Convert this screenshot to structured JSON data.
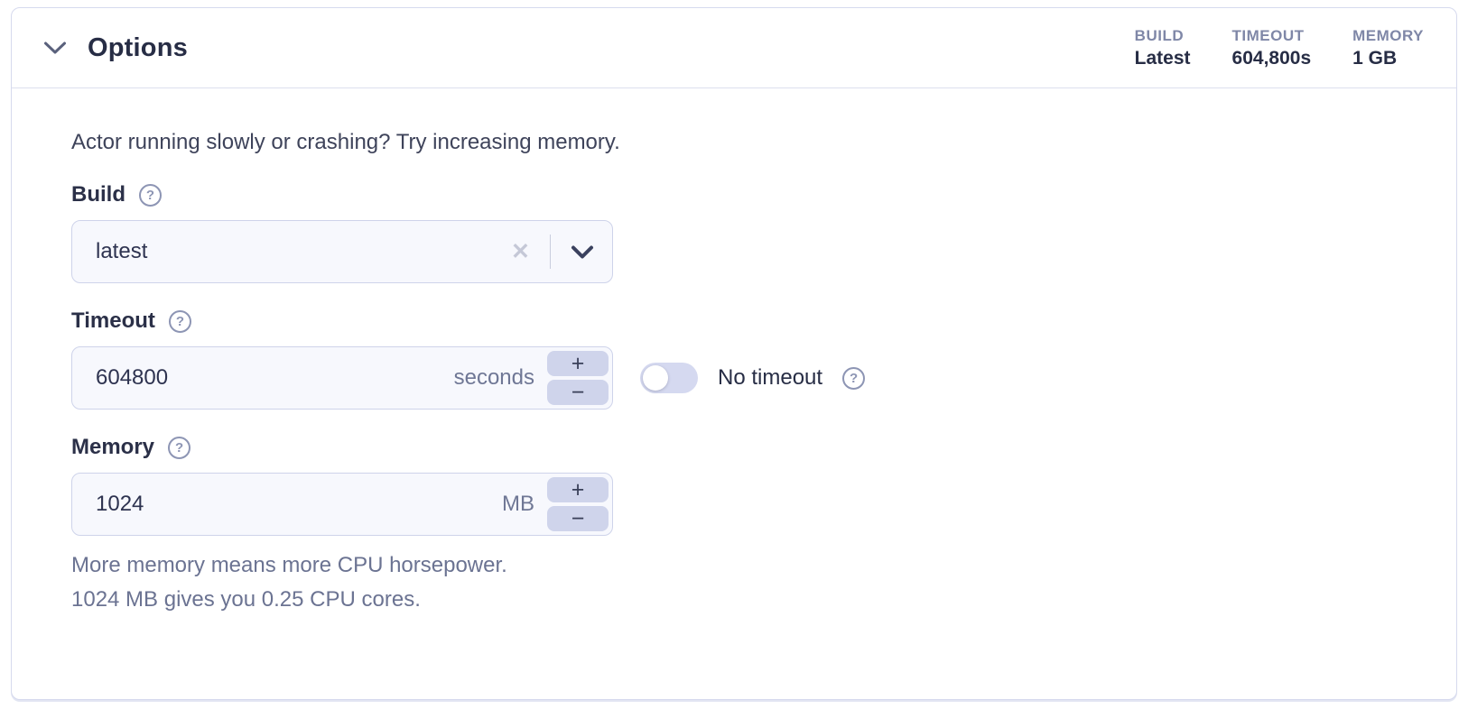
{
  "panel": {
    "title": "Options",
    "summary": [
      {
        "label": "BUILD",
        "value": "Latest"
      },
      {
        "label": "TIMEOUT",
        "value": "604,800s"
      },
      {
        "label": "MEMORY",
        "value": "1 GB"
      }
    ],
    "intro": "Actor running slowly or crashing? Try increasing memory.",
    "build": {
      "label": "Build",
      "value": "latest"
    },
    "timeout": {
      "label": "Timeout",
      "value": "604800",
      "unit": "seconds",
      "toggle_label": "No timeout",
      "toggle_state": "off"
    },
    "memory": {
      "label": "Memory",
      "value": "1024",
      "unit": "MB",
      "helper_line1": "More memory means more CPU horsepower.",
      "helper_line2": "1024 MB gives you 0.25 CPU cores."
    },
    "stepper": {
      "plus": "+",
      "minus": "−"
    },
    "icons": {
      "help": "?",
      "clear": "✕"
    }
  },
  "colors": {
    "panel_border": "#d6daee",
    "field_bg": "#f7f8fd",
    "field_border": "#ced3ea",
    "stepper_bg": "#cfd4eb",
    "toggle_track": "#d5d9f0",
    "text_primary": "#272d45",
    "text_muted": "#6b7392",
    "summary_label": "#7f87a7",
    "help_icon": "#8d95b4"
  }
}
